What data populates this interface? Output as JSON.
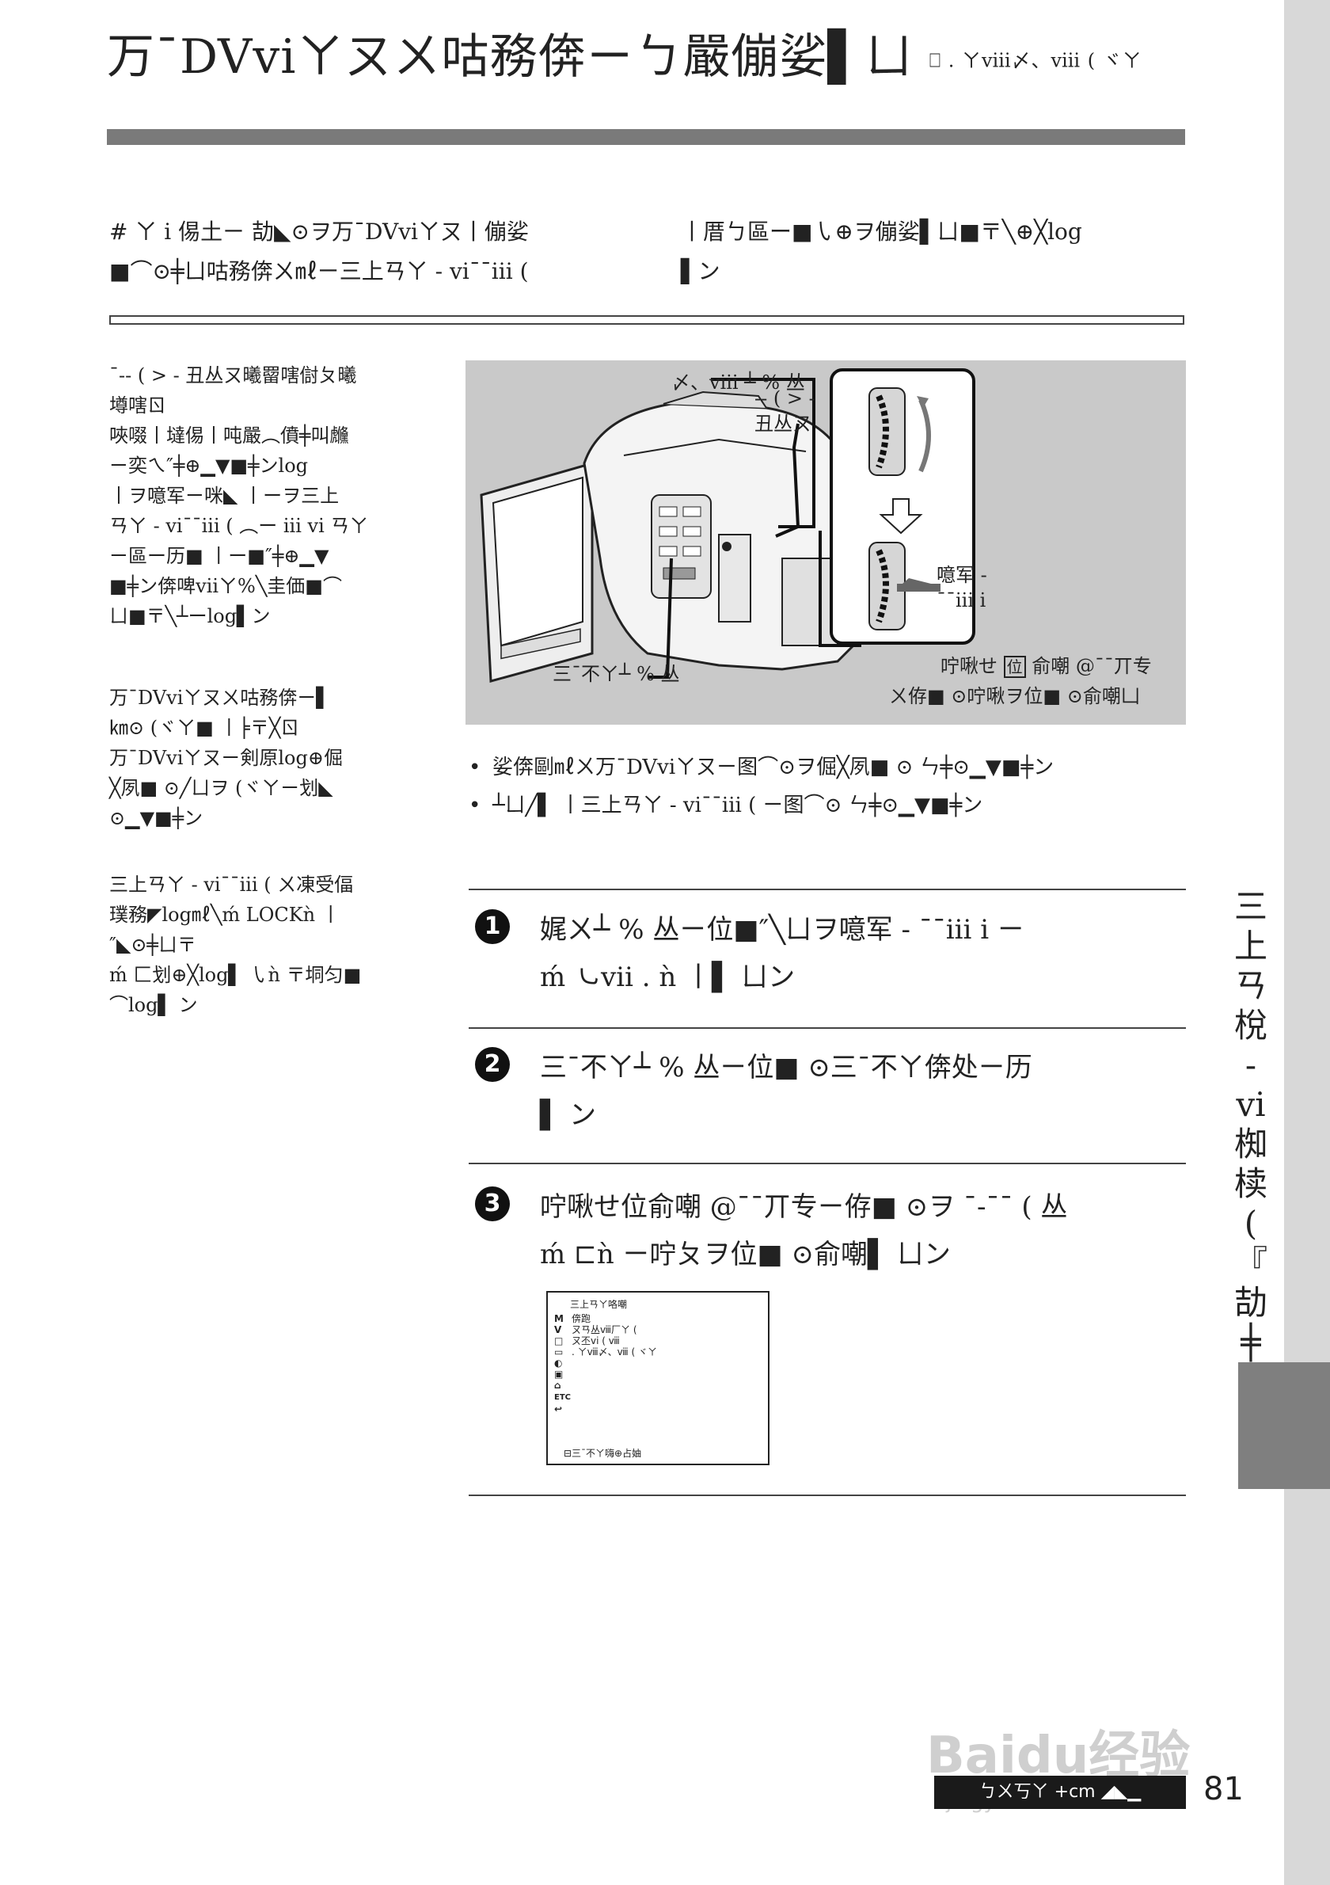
{
  "header": {
    "title": "万¯DVviㄚㄡㄨ咕務倴ㄧㄅ嚴傰娑▌ㄩ",
    "title_small": "⎕ . ㄚⅷ〆、ⅷ ( ヾㄚ"
  },
  "intro": {
    "col1": "# ㄚ i 㑥土ㄧ 劼◣⊙ヲ万¯DVviㄚㄡ丨傰娑\n■⌒⊙╪ㄩ咕務倴ㄨ㎖ㄧ三上ㄢㄚ - vi¯¯iii (",
    "col2": "丨厝ㄅ區ー■㇂⊕ヲ傰娑▌ㄩ■〒╲⊕╳log\n▌ン"
  },
  "sidebar": {
    "para1": "¯-- ( > - 丑丛ㄡ曦罶嗐傠ㄆ曦\n墫嗐ㄖ\n唊啜丨墶㑥丨吨嚴︵僨╪叫虪\nㄧ奕ㄟ″╪⊕▁▼■╪ンlog\n丨ヲ噫军ㄧ咪◣ 丨ーヲ三上\nㄢㄚ - vi¯¯iii ( ︵ー iii vi ㄢㄚ\nㄧ區ー历■ 丨ー■″╪⊕▁▼\n■╪ン倴啤ⅶㄚ%╲圭価■⌒\nㄩ■〒╲┴ーlog▌ン",
    "para2": "万¯DVviㄚㄡㄨ咕務倴ㄧ▌\n㎞⊙ (ヾㄚ■ 丨╞〒╳ㄖ\n万¯DVviㄚㄡㄧ剣原log⊕倔\n╳夙■ ⊙╱ㄩヲ (ヾㄚㄧ划◣\n⊙▁▼■╪ン",
    "para3": "三上ㄢㄚ - vi¯¯iii ( ㄨ凍受偪\n璞務◤log㎖╲ḿ LOCKǹ 丨\n″◣⊙╪ㄩ〒\nḿ 匚划⊕╳log▌ ㇂ǹ 〒垌匀■\n⌒log▌ ン"
  },
  "figure": {
    "callout_top": "〆、ⅷ ┴ % 丛",
    "callout_right_upper": "-- ( > -\n丑丛ㄡ",
    "callout_right_lower": "噫军 -\n¯¯iii i",
    "callout_bottom": "三¯不ㄚ┴ % 丛",
    "caption_line1_a": "咛啾せ",
    "caption_key": "位",
    "caption_line1_b": "俞嘲 @¯¯丌专",
    "caption_line2": "ㄨ侟■ ⊙咛啾ヲ位■ ⊙俞嘲凵"
  },
  "bullets": [
    "娑倴剾㎖ㄨ万¯DVviㄚㄡㄧ图⌒⊙ヲ倔╳夙■ ⊙ ㄣ╪⊙▁▼■╪ン",
    "┴ㄩ╱▌ 丨三上ㄢㄚ - vi¯¯iii ( ㄧ图⌒⊙ ㄣ╪⊙▁▼■╪ン"
  ],
  "steps": [
    {
      "num": "1",
      "text": "娓ㄨ┴ % 丛ㄧ位■″╲ㄩヲ噫军 - ¯¯iii i ㄧ\nḿ ㇃ⅶ . ǹ 丨▌ ㄩン"
    },
    {
      "num": "2",
      "text": "三¯不ㄚ┴ % 丛ㄧ位■ ⊙三¯不ㄚ倴处ㄧ历\n▌ ン"
    },
    {
      "num": "3",
      "text": "咛啾せ位俞嘲 @¯¯丌专ㄧ侟■ ⊙ヲ ¯-¯¯ ( 丛\nḿ ⊏ǹ ㄧ咛ㄆヲ位■ ⊙俞嘲▌ ㄩン"
    }
  ],
  "menu": {
    "header": "三上ㄢㄚ咯嘲",
    "items": [
      {
        "icon": "M",
        "label": "倴跑"
      },
      {
        "icon": "V",
        "label": "ㄡㄢ丛ⅷ厂ㄚ ("
      },
      {
        "icon": "□",
        "label": "ㄡ丕vi ( ⅷ"
      },
      {
        "icon": "▭",
        "label": ". ㄚⅷ〆、ⅷ ( ヾㄚ"
      },
      {
        "icon": "◐",
        "label": ""
      },
      {
        "icon": "▣",
        "label": ""
      },
      {
        "icon": "⌂",
        "label": ""
      },
      {
        "icon": "ETC",
        "label": ""
      },
      {
        "icon": "↩",
        "label": ""
      }
    ],
    "footer": "⊟三¯不ㄚ嗨⊕占妯"
  },
  "side": {
    "label": "三\n上\nㄢ\n梲\n-\nvi\n椥\n椟\n(\n『\n劼\n╪"
  },
  "footer": {
    "box_text": "ㄅㄨ丂ㄚ +cm ◢◣▁",
    "page_number": "81"
  },
  "watermark": {
    "brand": "Baidu经验",
    "url": "jingyan.baidu.com"
  }
}
